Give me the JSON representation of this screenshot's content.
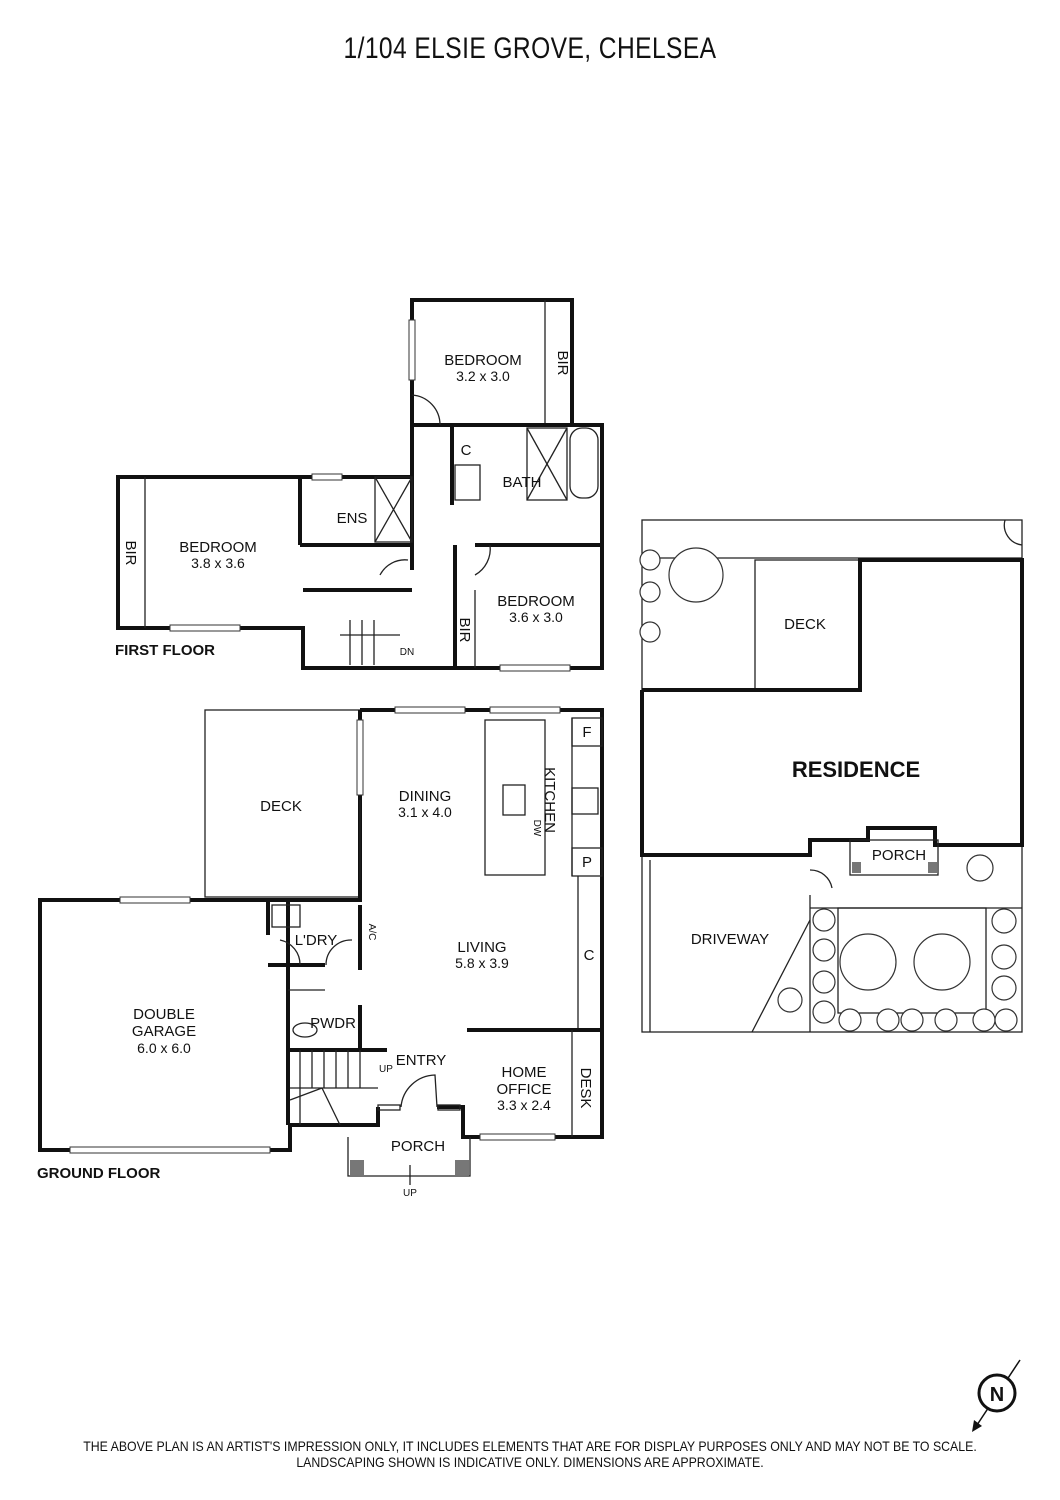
{
  "title": "1/104 ELSIE GROVE, CHELSEA",
  "first_floor": {
    "label": "FIRST FLOOR",
    "bedroom_top": {
      "name": "BEDROOM",
      "dims": "3.2 x 3.0"
    },
    "bedroom_left": {
      "name": "BEDROOM",
      "dims": "3.8 x 3.6"
    },
    "bedroom_right": {
      "name": "BEDROOM",
      "dims": "3.6 x 3.0"
    },
    "bir": "BIR",
    "ens": "ENS",
    "bath": "BATH",
    "cupboard": "C",
    "stairs_dn": "DN"
  },
  "ground_floor": {
    "label": "GROUND FLOOR",
    "deck": "DECK",
    "dining": {
      "name": "DINING",
      "dims": "3.1 x 4.0"
    },
    "kitchen": "KITCHEN",
    "dw": "DW",
    "fridge": "F",
    "pantry": "P",
    "cupboard": "C",
    "living": {
      "name": "LIVING",
      "dims": "5.8 x 3.9"
    },
    "laundry": "L'DRY",
    "ac": "A/C",
    "powder": "PWDR",
    "entry": "ENTRY",
    "stairs_up": "UP",
    "home_office": {
      "name1": "HOME",
      "name2": "OFFICE",
      "dims": "3.3 x 2.4"
    },
    "desk": "DESK",
    "garage": {
      "name1": "DOUBLE",
      "name2": "GARAGE",
      "dims": "6.0 x 6.0"
    },
    "porch": "PORCH",
    "porch_up": "UP"
  },
  "site_plan": {
    "deck": "DECK",
    "residence": "RESIDENCE",
    "porch": "PORCH",
    "driveway": "DRIVEWAY"
  },
  "compass": {
    "letter": "N"
  },
  "disclaimer": {
    "line1": "THE ABOVE PLAN IS AN ARTIST'S IMPRESSION ONLY, IT INCLUDES ELEMENTS THAT ARE FOR DISPLAY PURPOSES ONLY AND MAY NOT BE TO SCALE.",
    "line2": "LANDSCAPING SHOWN IS INDICATIVE ONLY. DIMENSIONS ARE APPROXIMATE."
  }
}
